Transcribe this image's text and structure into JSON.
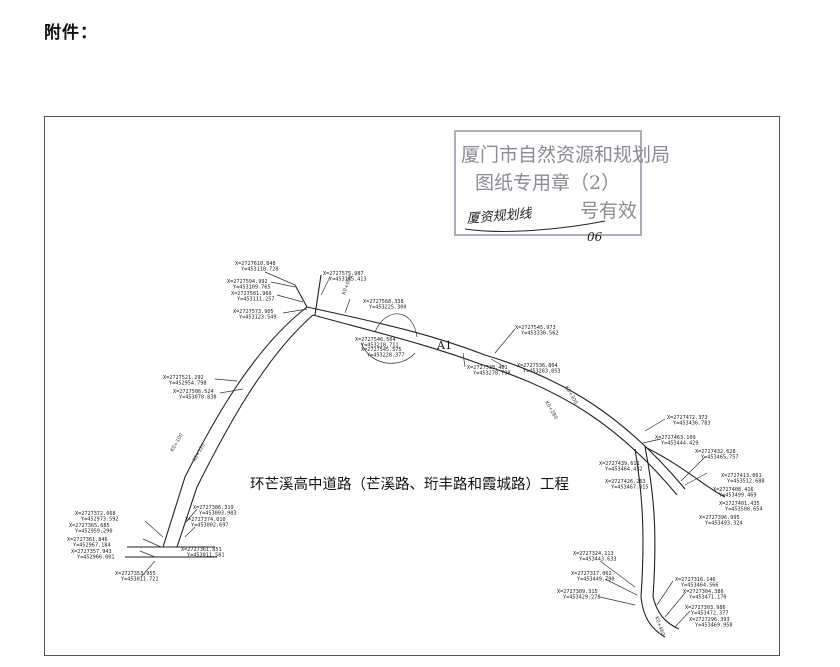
{
  "header": {
    "label": "附件："
  },
  "stamp": {
    "line1": "厦门市自然资源和规划局",
    "line2": "图纸专用章（2）",
    "line3": "号有效",
    "signature": "厦资规划线",
    "number": "06"
  },
  "map": {
    "project_title": "环芒溪高中道路（芒溪路、珩丰路和霞城路）工程",
    "segment_label": "A1",
    "coordinates": [
      {
        "x": "X=2727610.848",
        "y": "Y=453118.728"
      },
      {
        "x": "X=2727594.992",
        "y": "Y=453109.765"
      },
      {
        "x": "X=2727581.966",
        "y": "Y=453111.257"
      },
      {
        "x": "X=2727573.905",
        "y": "Y=453123.549"
      },
      {
        "x": "X=2727575.987",
        "y": "Y=453145.413"
      },
      {
        "x": "X=2727568.338",
        "y": "Y=453225.300"
      },
      {
        "x": "X=2727546.564",
        "y": "Y=453218.711"
      },
      {
        "x": "X=2727545.575",
        "y": "Y=453228.377"
      },
      {
        "x": "X=2727545.973",
        "y": "Y=453330.562"
      },
      {
        "x": "X=2727538.461",
        "y": "Y=453278.798"
      },
      {
        "x": "X=2727536.804",
        "y": "Y=453283.853"
      },
      {
        "x": "X=2727521.292",
        "y": "Y=452954.798"
      },
      {
        "x": "X=2727506.524",
        "y": "Y=453070.838"
      },
      {
        "x": "X=2727472.373",
        "y": "Y=453436.783"
      },
      {
        "x": "X=2727463.109",
        "y": "Y=453444.429"
      },
      {
        "x": "X=2727432.628",
        "y": "Y=453465.757"
      },
      {
        "x": "X=2727439.611",
        "y": "Y=453464.432"
      },
      {
        "x": "X=2727426.263",
        "y": "Y=453467.815"
      },
      {
        "x": "X=2727413.001",
        "y": "Y=453512.688"
      },
      {
        "x": "X=2727408.416",
        "y": "Y=453499.469"
      },
      {
        "x": "X=2727401.435",
        "y": "Y=453508.654"
      },
      {
        "x": "X=2727396.995",
        "y": "Y=453493.324"
      },
      {
        "x": "X=2727372.668",
        "y": "Y=452973.592"
      },
      {
        "x": "X=2727365.685",
        "y": "Y=452959.290"
      },
      {
        "x": "X=2727361.846",
        "y": "Y=452967.184"
      },
      {
        "x": "X=2727357.943",
        "y": "Y=452966.001"
      },
      {
        "x": "X=2727386.319",
        "y": "Y=453003.983"
      },
      {
        "x": "X=2727374.010",
        "y": "Y=453002.697"
      },
      {
        "x": "X=2727361.851",
        "y": "Y=453011.581"
      },
      {
        "x": "X=2727353.955",
        "y": "Y=453011.721"
      },
      {
        "x": "X=2727324.113",
        "y": "Y=453443.633"
      },
      {
        "x": "X=2727317.062",
        "y": "Y=453449.790"
      },
      {
        "x": "X=2727309.315",
        "y": "Y=453429.278"
      },
      {
        "x": "X=2727316.146",
        "y": "Y=453464.566"
      },
      {
        "x": "X=2727304.386",
        "y": "Y=453471.170"
      },
      {
        "x": "X=2727303.986",
        "y": "Y=453472.377"
      },
      {
        "x": "X=2727296.393",
        "y": "Y=453469.958"
      }
    ]
  }
}
